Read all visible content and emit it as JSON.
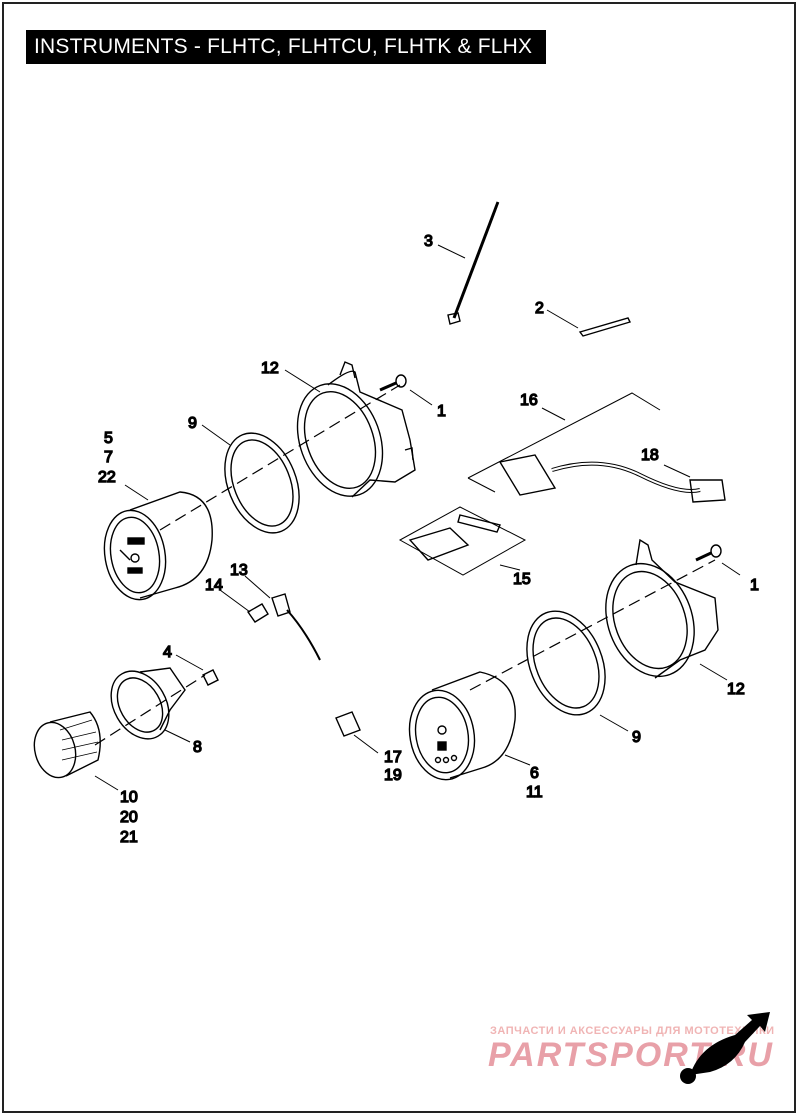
{
  "title": "INSTRUMENTS - FLHTC, FLHTCU, FLHTK & FLHX",
  "callouts": {
    "c1_top": "1",
    "c1_right": "1",
    "c2": "2",
    "c3": "3",
    "c4": "4",
    "c5": "5",
    "c6": "6",
    "c7": "7",
    "c8": "8",
    "c9_left": "9",
    "c9_right": "9",
    "c10": "10",
    "c11": "11",
    "c12_top": "12",
    "c12_right": "12",
    "c13": "13",
    "c14": "14",
    "c15": "15",
    "c16": "16",
    "c17": "17",
    "c18": "18",
    "c19": "19",
    "c20": "20",
    "c21": "21",
    "c22": "22"
  },
  "watermark": {
    "tagline": "ЗАПЧАСТИ И АКСЕССУАРЫ ДЛЯ МОТОТЕХНИКИ",
    "brand": "PARTSPORT.RU"
  }
}
